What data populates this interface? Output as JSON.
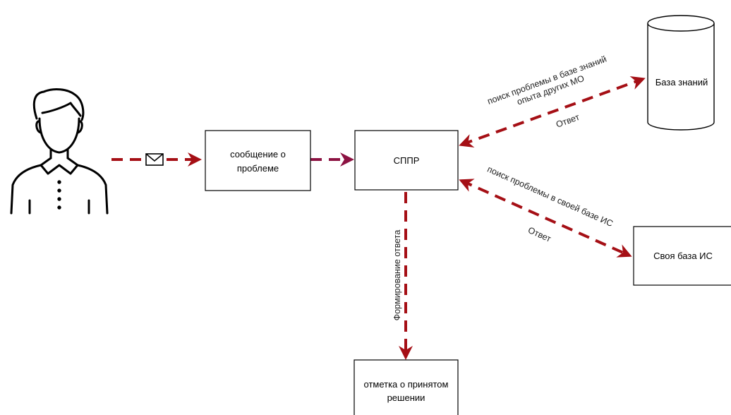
{
  "colors": {
    "arrow_red": "#a50f15",
    "arrow_purple": "#8c1242",
    "stroke": "#000000",
    "background": "#ffffff"
  },
  "nodes": {
    "user": {
      "icon": "user-icon"
    },
    "message": {
      "lines": [
        "сообщение о",
        "проблеме"
      ]
    },
    "dss": {
      "lines": [
        "СППР"
      ]
    },
    "knowledge_base": {
      "lines": [
        "База знаний"
      ]
    },
    "own_is_base": {
      "lines": [
        "Своя база ИС"
      ]
    },
    "decision_mark": {
      "lines": [
        "отметка о принятом",
        "решении"
      ]
    }
  },
  "edges": {
    "to_knowledge_base": {
      "lines": [
        "поиск проблемы в базе знаний",
        "опыта других МО"
      ]
    },
    "knowledge_base_answer": {
      "lines": [
        "Ответ"
      ]
    },
    "to_own_base": {
      "lines": [
        "поиск проблемы в своей базе ИС"
      ]
    },
    "own_base_answer": {
      "lines": [
        "Ответ"
      ]
    },
    "form_answer": {
      "lines": [
        "Формирование ответа"
      ]
    }
  },
  "icons": {
    "envelope": "envelope-icon",
    "user": "user-icon"
  }
}
